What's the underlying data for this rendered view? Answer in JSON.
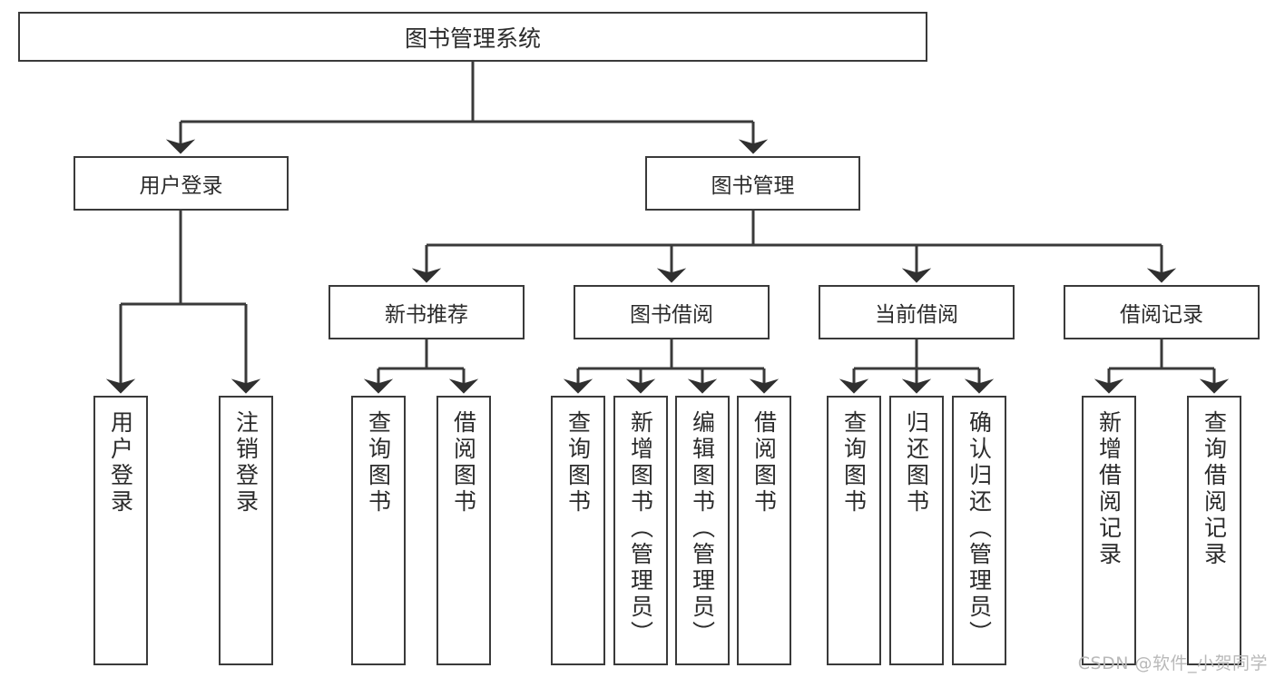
{
  "diagram": {
    "title": "图书管理系统",
    "root": {
      "label": "图书管理系统"
    },
    "level1": [
      {
        "label": "用户登录"
      },
      {
        "label": "图书管理"
      }
    ],
    "level2": [
      {
        "label": "新书推荐"
      },
      {
        "label": "图书借阅"
      },
      {
        "label": "当前借阅"
      },
      {
        "label": "借阅记录"
      }
    ],
    "leaves": {
      "user_login": [
        {
          "label": "用户登录"
        },
        {
          "label": "注销登录"
        }
      ],
      "new_book": [
        {
          "label": "查询图书"
        },
        {
          "label": "借阅图书"
        }
      ],
      "book_borrow": [
        {
          "label": "查询图书"
        },
        {
          "label": "新增图书（管理员）"
        },
        {
          "label": "编辑图书（管理员）"
        },
        {
          "label": "借阅图书"
        }
      ],
      "current_borrow": [
        {
          "label": "查询图书"
        },
        {
          "label": "归还图书"
        },
        {
          "label": "确认归还（管理员）"
        }
      ],
      "borrow_record": [
        {
          "label": "新增借阅记录"
        },
        {
          "label": "查询借阅记录"
        }
      ]
    }
  },
  "watermark": {
    "text": "CSDN @软件_小贺同学"
  },
  "colors": {
    "stroke": "#3a3a3a",
    "text": "#2b2b2b",
    "background": "#ffffff",
    "watermark": "#b9b9b9"
  }
}
